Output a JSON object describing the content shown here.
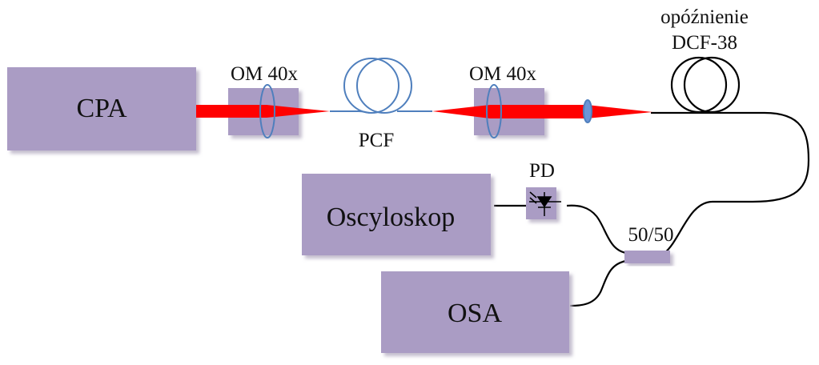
{
  "colors": {
    "box_fill": "#aa9cc4",
    "box_shadow": "#c9c3d3",
    "beam": "#ff0000",
    "lens": "#6c95d6",
    "fiber_blue": "#4f7fbd",
    "fiber_black": "#000000"
  },
  "devices": {
    "cpa": "CPA",
    "oscilloscope": "Oscyloskop",
    "osa": "OSA"
  },
  "labels": {
    "objective_1": "OM 40x",
    "objective_2": "OM 40x",
    "pcf": "PCF",
    "delay_line1": "opóźnienie",
    "delay_line2": "DCF-38",
    "photodiode": "PD",
    "coupler": "50/50"
  },
  "icons": {
    "photodiode": "photodiode-icon",
    "lens": "lens-icon",
    "fiber_coil": "fiber-coil-icon"
  }
}
